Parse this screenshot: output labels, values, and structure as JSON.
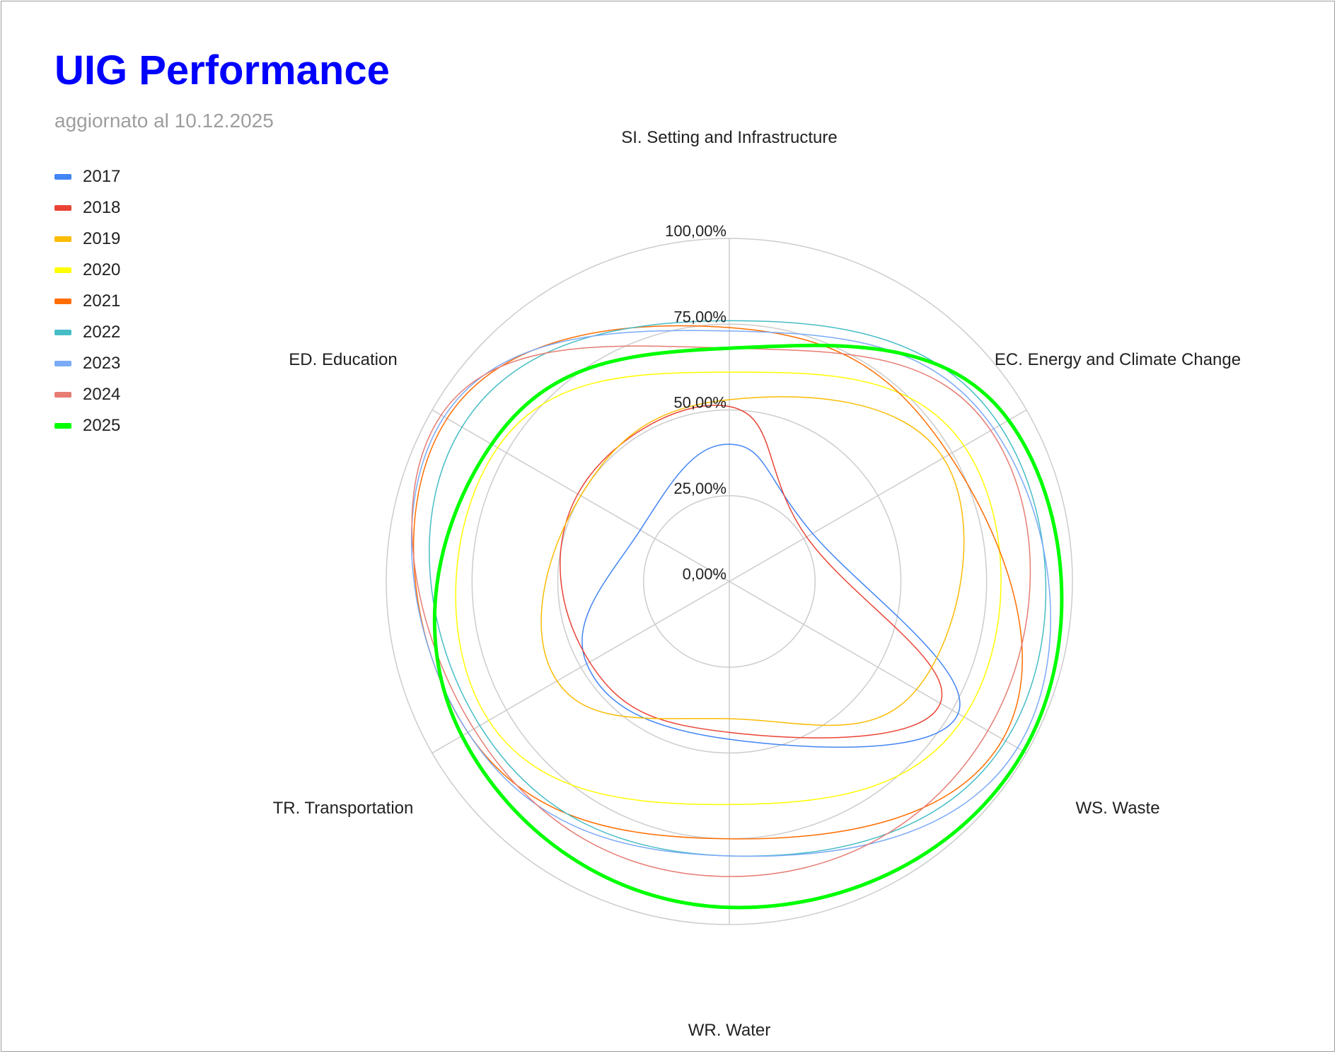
{
  "title": "UIG Performance",
  "subtitle": "aggiornato al 10.12.2025",
  "chart_data": {
    "type": "radar",
    "title": "UIG Performance",
    "subtitle": "aggiornato al 10.12.2025",
    "axes": [
      "SI. Setting and Infrastructure",
      "EC. Energy and Climate Change",
      "WS. Waste",
      "WR. Water",
      "TR. Transportation",
      "ED. Education"
    ],
    "ticks": [
      "0,00%",
      "25,00%",
      "50,00%",
      "75,00%",
      "100,00%"
    ],
    "tick_values": [
      0,
      25,
      50,
      75,
      100
    ],
    "range": [
      0,
      100
    ],
    "legend_position": "top-left",
    "series": [
      {
        "name": "2017",
        "color": "#4285f4",
        "width": 1.5,
        "values": [
          40,
          28,
          77,
          46,
          48,
          30
        ]
      },
      {
        "name": "2018",
        "color": "#ea4335",
        "width": 1.5,
        "values": [
          51,
          26,
          71,
          44,
          47,
          51
        ]
      },
      {
        "name": "2019",
        "color": "#fbbc04",
        "width": 1.5,
        "values": [
          53,
          72,
          63,
          40,
          58,
          50
        ]
      },
      {
        "name": "2020",
        "color": "#ffff00",
        "width": 1.5,
        "values": [
          61,
          79,
          79,
          65,
          81,
          78
        ]
      },
      {
        "name": "2021",
        "color": "#ff6d01",
        "width": 1.5,
        "values": [
          74,
          74,
          92,
          75,
          88,
          95
        ]
      },
      {
        "name": "2022",
        "color": "#46bdc6",
        "width": 1.5,
        "values": [
          76,
          91,
          93,
          80,
          84,
          90
        ]
      },
      {
        "name": "2023",
        "color": "#7baaf7",
        "width": 1.5,
        "values": [
          73,
          89,
          97,
          80,
          88,
          96
        ]
      },
      {
        "name": "2024",
        "color": "#e67c73",
        "width": 1.5,
        "values": [
          68,
          88,
          87,
          86,
          86,
          97
        ]
      },
      {
        "name": "2025",
        "color": "#00ff00",
        "width": 5,
        "values": [
          68,
          94,
          99,
          95,
          90,
          80
        ]
      }
    ]
  }
}
